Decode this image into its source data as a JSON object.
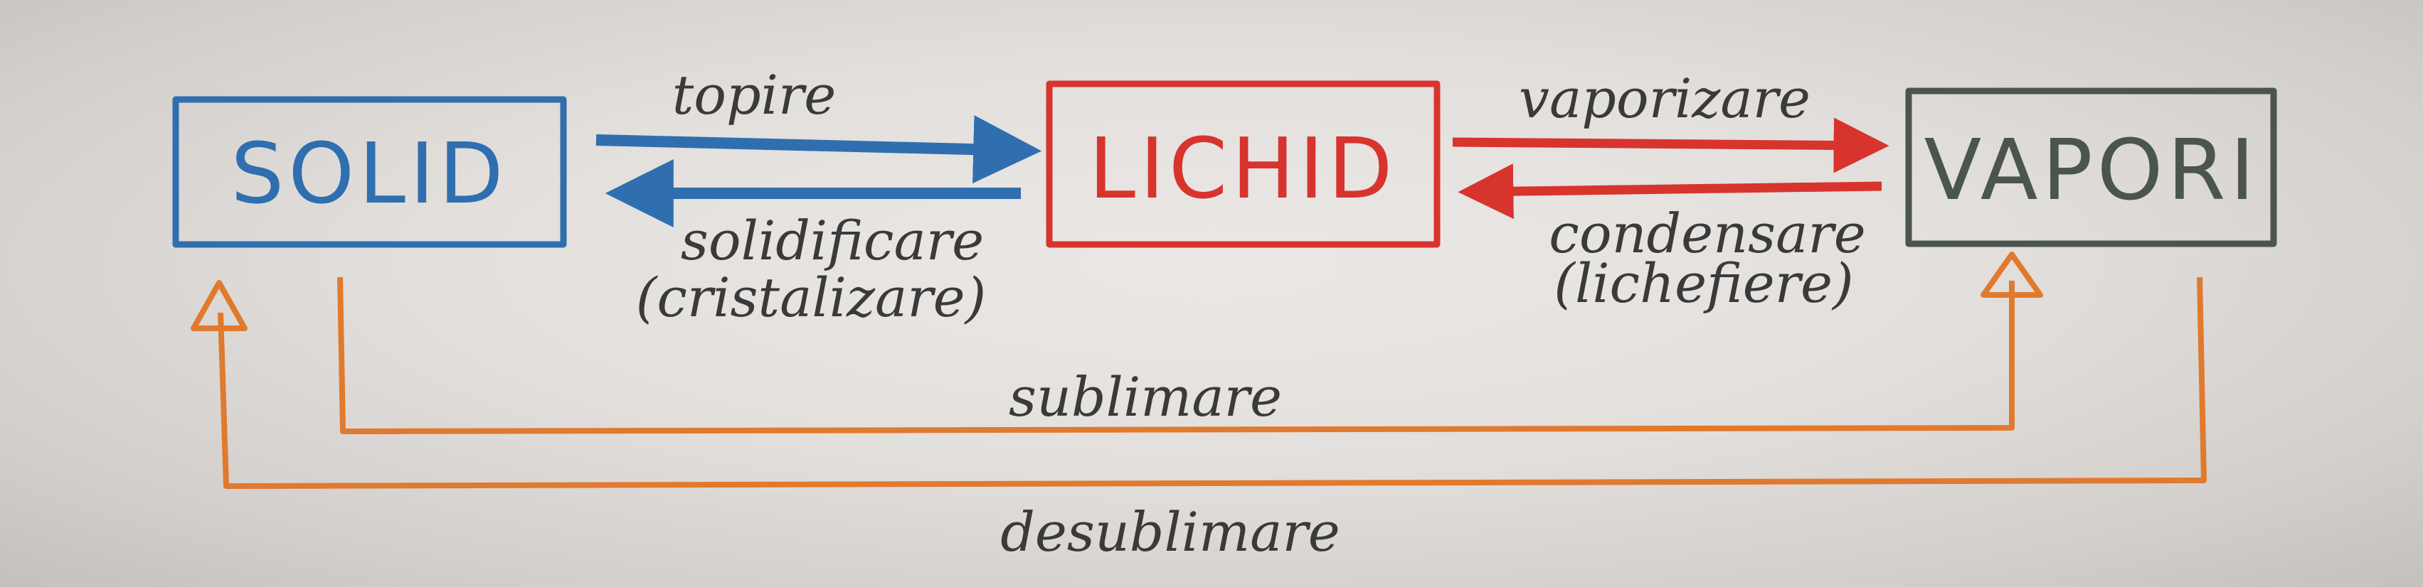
{
  "states": {
    "solid": "SOLID",
    "liquid": "LICHID",
    "vapor": "VAPORI"
  },
  "processes": {
    "melting": "topire",
    "solidification": "solidificare",
    "solidification_alt": "(cristalizare)",
    "vaporization": "vaporizare",
    "condensation": "condensare",
    "condensation_alt": "(lichefiere)",
    "sublimation": "sublimare",
    "desublimation": "desublimare"
  },
  "colors": {
    "solid": "#2f6fb0",
    "liquid": "#d8342e",
    "vapor": "#4a5550",
    "transition": "#e07a2e",
    "label": "#3a3a3a"
  }
}
